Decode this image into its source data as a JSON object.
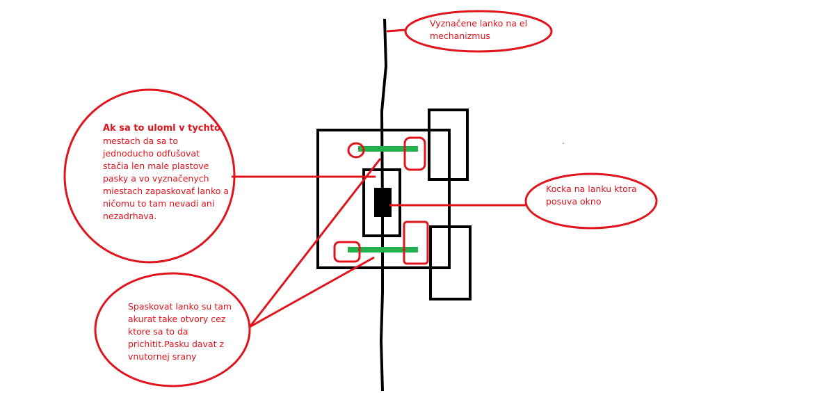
{
  "colors": {
    "outline": "#000000",
    "annotation": "#e0141c",
    "tape": "#22b14c"
  },
  "callouts": {
    "top_right": {
      "lines": [
        "Vyznačene lanko na el",
        "mechanizmus"
      ]
    },
    "left": {
      "lines": [
        "Ak sa to uloml v tychto",
        "mestach da sa to",
        "jednoducho odfušovat",
        "stačia len male plastove",
        "pasky a vo vyznačenych",
        "miestach zapaskovať lanko a",
        "ničomu to tam nevadi ani",
        "nezadrhava."
      ]
    },
    "right": {
      "lines": [
        "Kocka na lanku ktora",
        "posuva okno"
      ]
    },
    "bottom_left": {
      "lines": [
        "Spaskovat lanko su tam",
        "akurat take otvory cez",
        "ktore sa to da",
        "prichitit.Pasku davat z",
        "vnutornej srany"
      ]
    }
  }
}
